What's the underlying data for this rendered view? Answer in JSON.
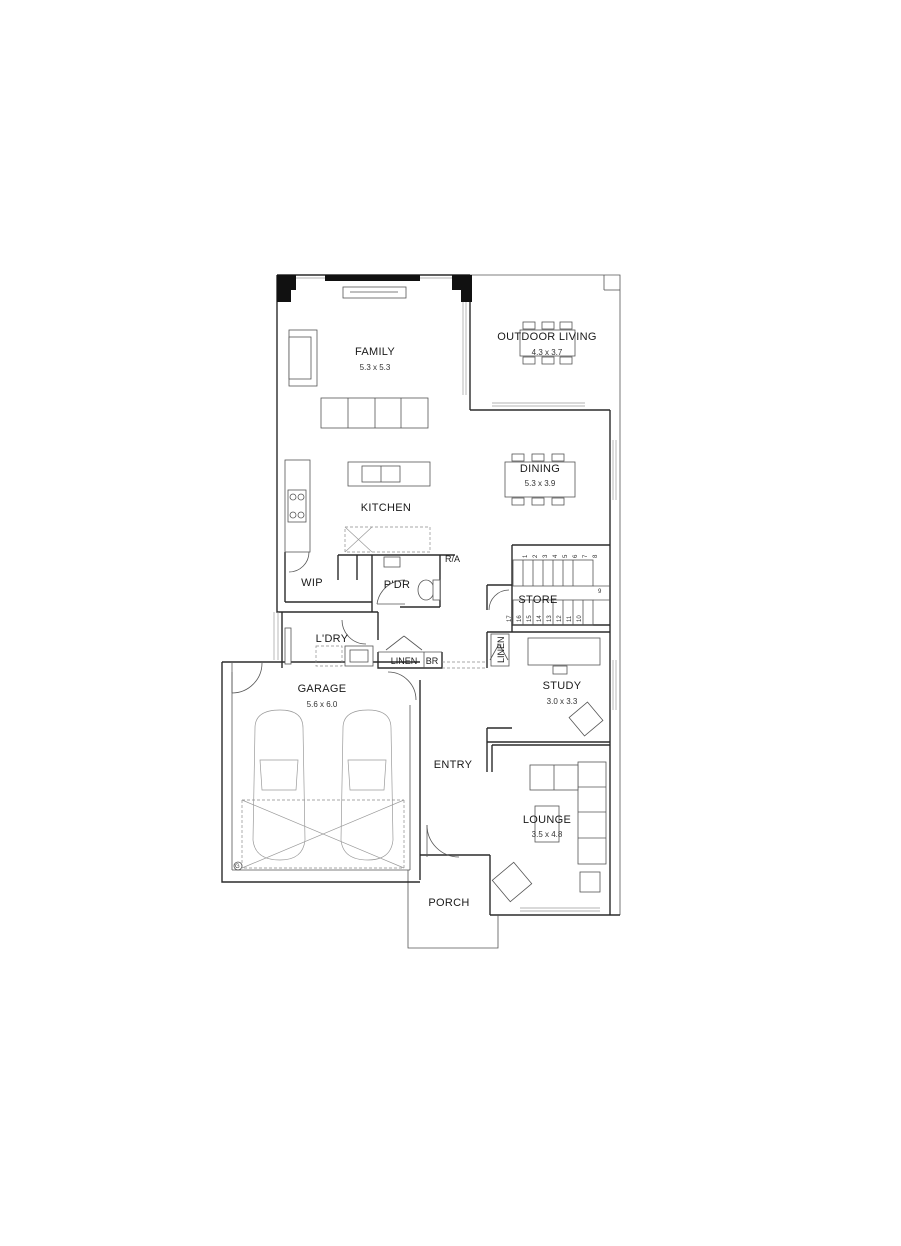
{
  "rooms": {
    "family": {
      "label": "FAMILY",
      "dims": "5.3 x 5.3"
    },
    "outdoor_living": {
      "label": "OUTDOOR LIVING",
      "dims": "4.3 x 3.7"
    },
    "dining": {
      "label": "DINING",
      "dims": "5.3 x 3.9"
    },
    "kitchen": {
      "label": "KITCHEN"
    },
    "wip": {
      "label": "WIP"
    },
    "pdr": {
      "label": "P'DR"
    },
    "ra": {
      "label": "R/A"
    },
    "store": {
      "label": "STORE"
    },
    "ldry": {
      "label": "L'DRY"
    },
    "linen": {
      "label": "LINEN"
    },
    "br": {
      "label": "BR"
    },
    "linen_vertical": {
      "label": "LINEN"
    },
    "garage": {
      "label": "GARAGE",
      "dims": "5.6 x 6.0"
    },
    "study": {
      "label": "STUDY",
      "dims": "3.0 x 3.3"
    },
    "entry": {
      "label": "ENTRY"
    },
    "lounge": {
      "label": "LOUNGE",
      "dims": "3.5 x 4.8"
    },
    "porch": {
      "label": "PORCH"
    }
  },
  "stairs": {
    "top_row": [
      "1",
      "2",
      "3",
      "4",
      "5",
      "6",
      "7",
      "8"
    ],
    "landing": "9",
    "bottom_row": [
      "17",
      "16",
      "15",
      "14",
      "13",
      "12",
      "11",
      "10"
    ]
  },
  "garage_marker": "G"
}
